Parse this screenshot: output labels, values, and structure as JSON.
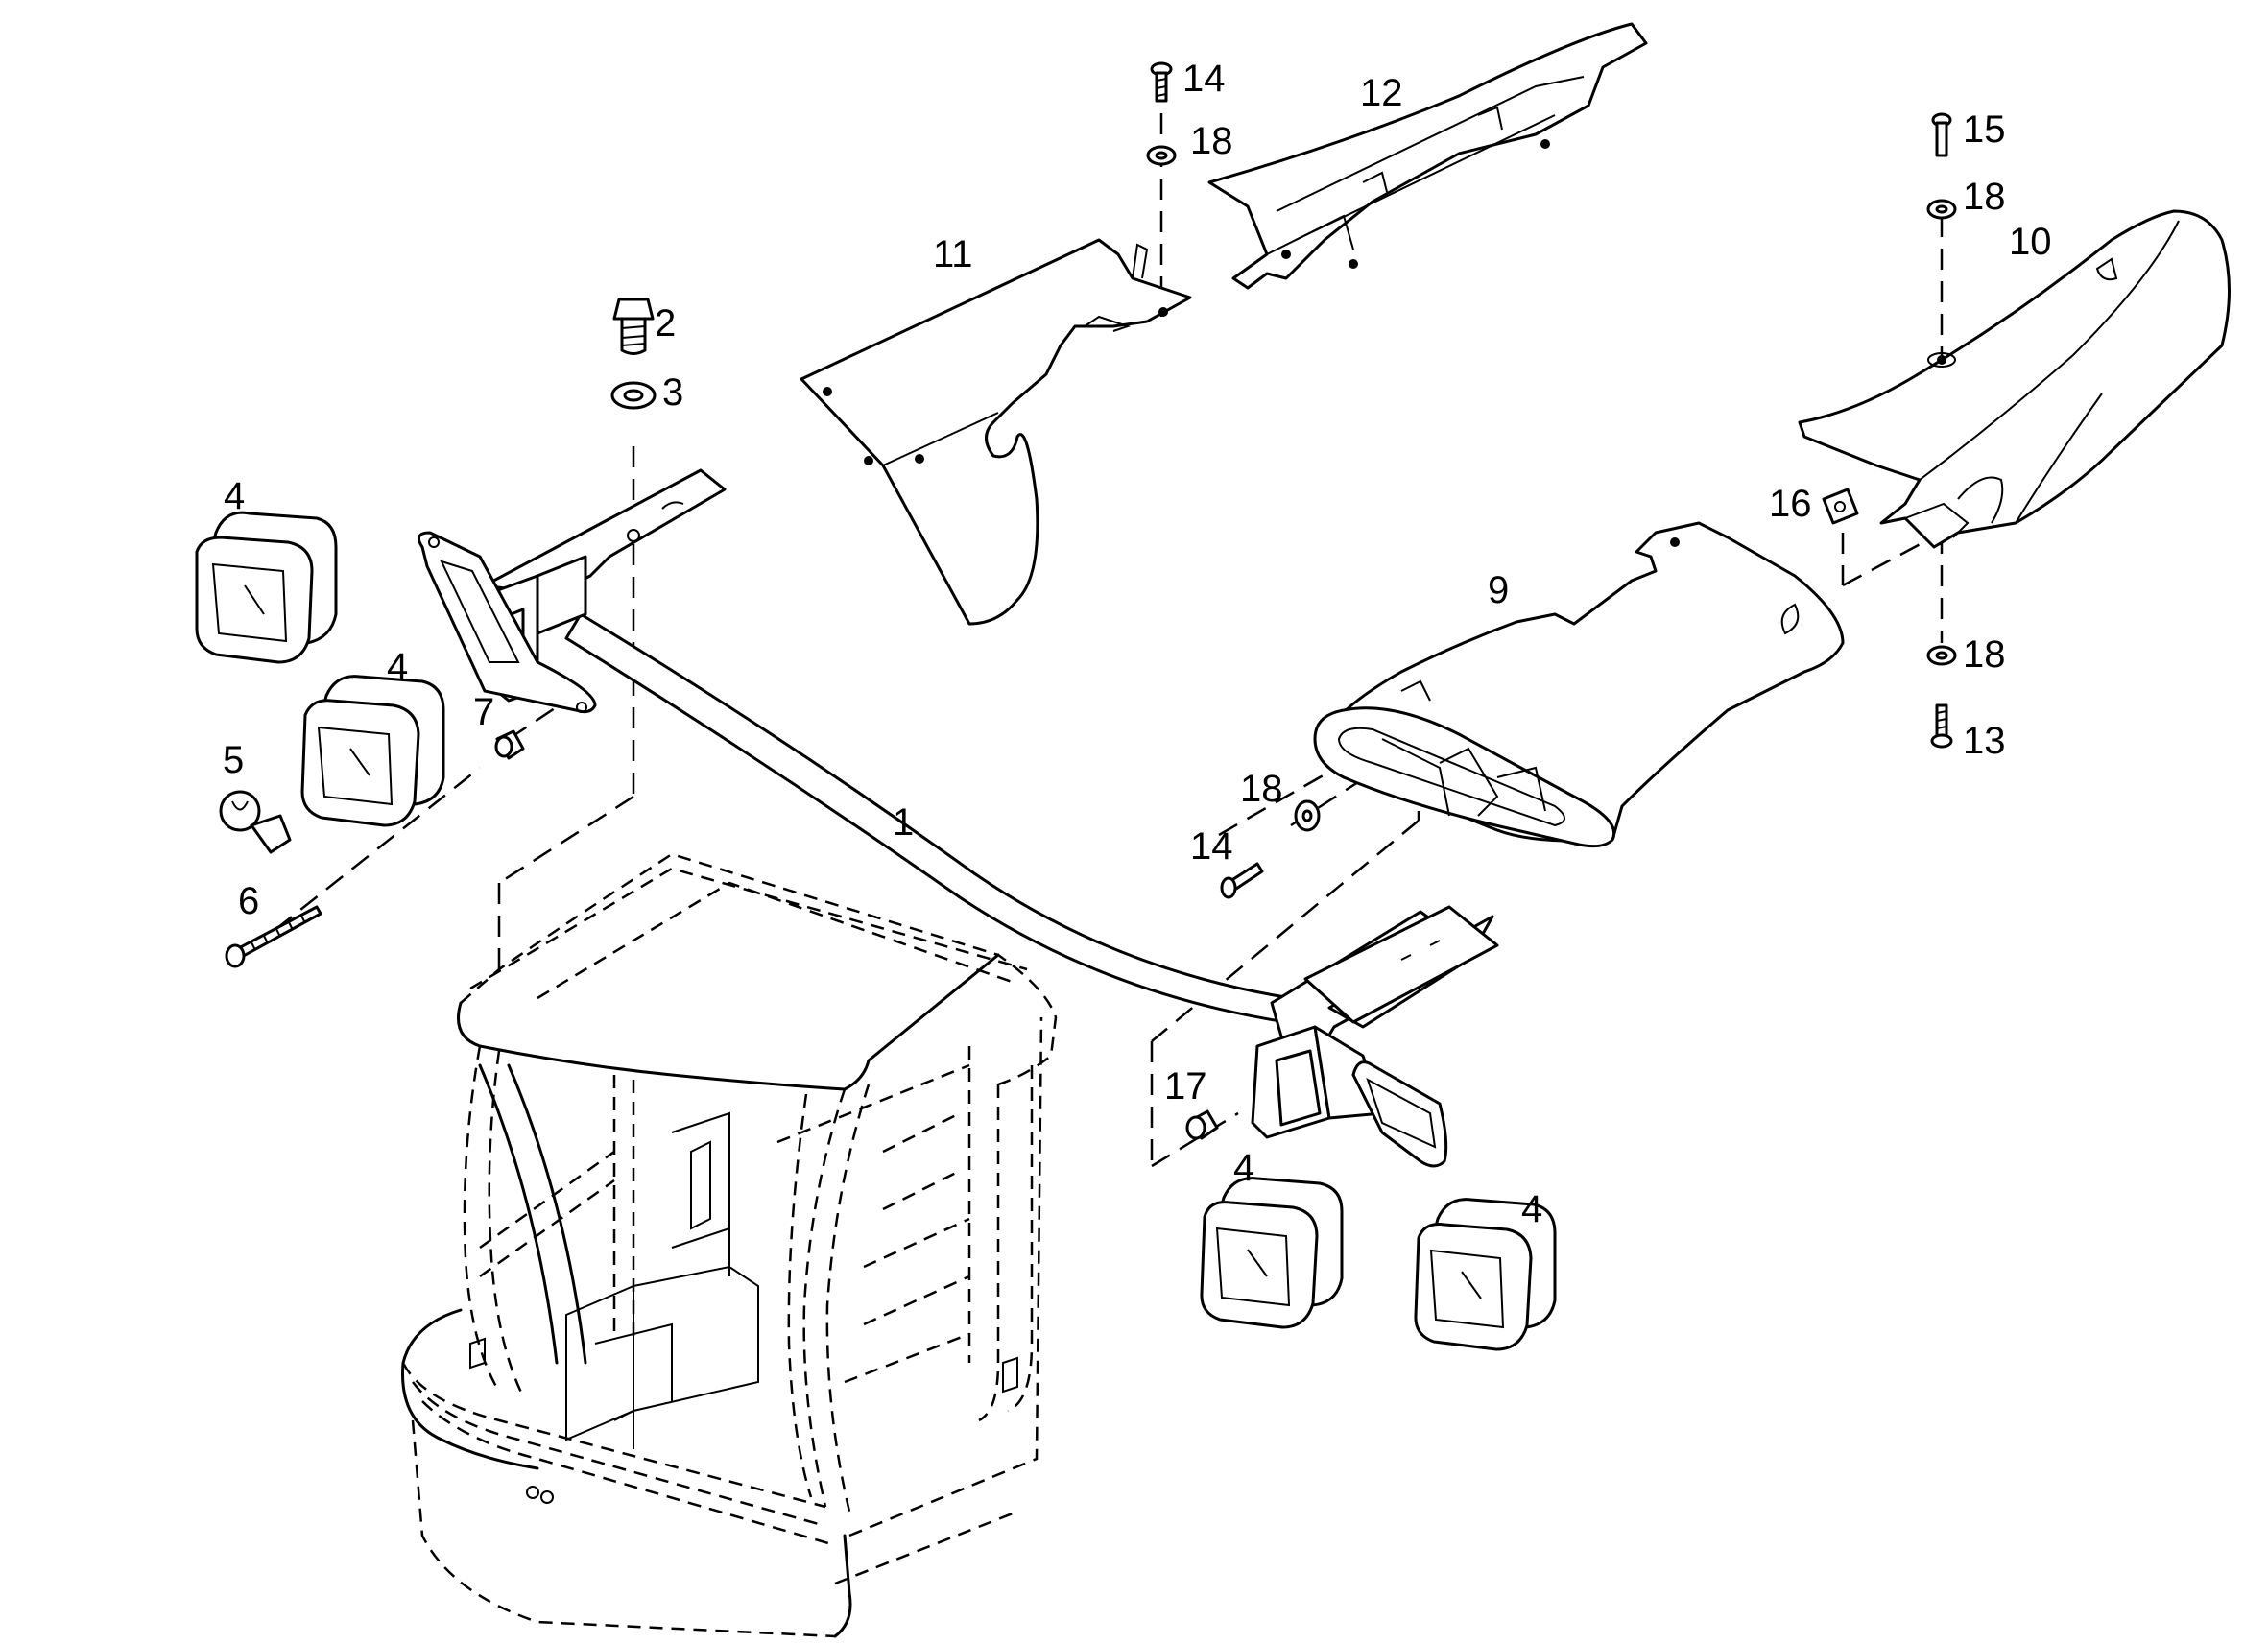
{
  "callouts": {
    "c1": "1",
    "c2": "2",
    "c3": "3",
    "c4a": "4",
    "c4b": "4",
    "c4c": "4",
    "c4d": "4",
    "c5": "5",
    "c6": "6",
    "c7": "7",
    "c9": "9",
    "c10": "10",
    "c11": "11",
    "c12": "12",
    "c13": "13",
    "c14a": "14",
    "c14b": "14",
    "c15": "15",
    "c16": "16",
    "c17": "17",
    "c18a": "18",
    "c18b": "18",
    "c18c": "18",
    "c18d": "18"
  }
}
